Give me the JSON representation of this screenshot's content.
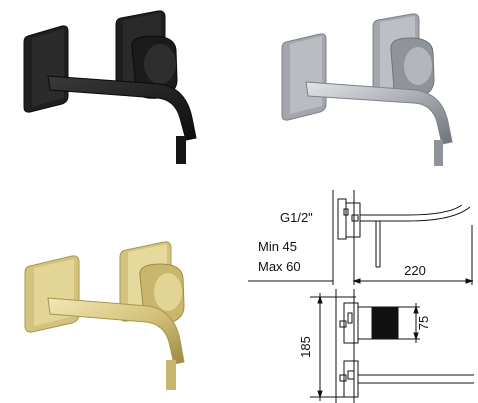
{
  "products": [
    {
      "finish": "black",
      "colors": {
        "light": "#3a3a3a",
        "mid": "#1f1f1f",
        "dark": "#0d0d0d",
        "edge": "#4a4a4a"
      }
    },
    {
      "finish": "chrome",
      "colors": {
        "light": "#c8cbd0",
        "mid": "#9a9ea5",
        "dark": "#6e7279",
        "edge": "#e3e5e8"
      }
    },
    {
      "finish": "gold",
      "colors": {
        "light": "#e7d99a",
        "mid": "#cbb86a",
        "dark": "#9c8a45",
        "edge": "#f2e8b8"
      }
    }
  ],
  "drawing": {
    "thread_label": "G1/2\"",
    "min_label": "Min 45",
    "max_label": "Max 60",
    "spout_length": "220",
    "plate_height": "75",
    "total_height": "185"
  }
}
